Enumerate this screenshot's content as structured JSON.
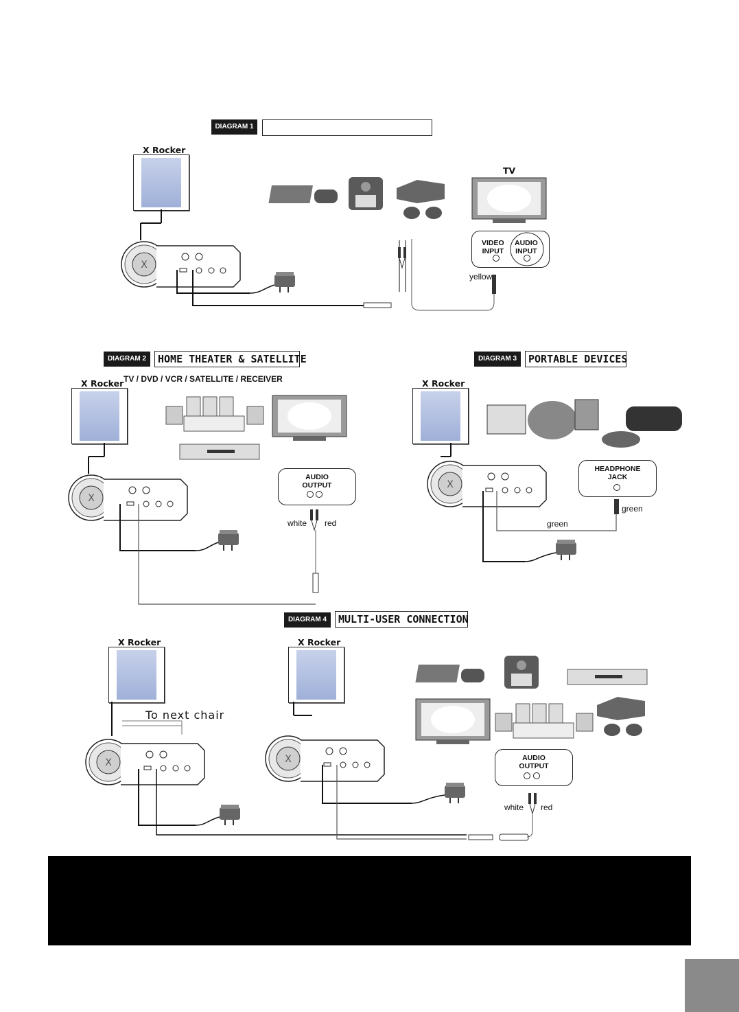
{
  "diagram1": {
    "badge": "DIAGRAM 1",
    "title": "",
    "chair_label": "X Rocker",
    "tv_label": "TV",
    "input_box": {
      "video": "VIDEO\nINPUT",
      "audio": "AUDIO\nINPUT"
    },
    "cable_label": "yellow"
  },
  "diagram2": {
    "badge": "DIAGRAM 2",
    "title": "HOME THEATER & SATELLITE",
    "subtitle": "TV / DVD / VCR / SATELLITE / RECEIVER",
    "chair_label": "X Rocker",
    "output_box": "AUDIO\nOUTPUT",
    "white_label": "white",
    "red_label": "red"
  },
  "diagram3": {
    "badge": "DIAGRAM 3",
    "title": "PORTABLE DEVICES",
    "chair_label": "X Rocker",
    "jack_box": "HEADPHONE\nJACK",
    "green_label_1": "green",
    "green_label_2": "green"
  },
  "diagram4": {
    "badge": "DIAGRAM 4",
    "title": "MULTI-USER CONNECTION",
    "chair_label_1": "X Rocker",
    "chair_label_2": "X Rocker",
    "next_chair": "To next chair",
    "output_box": "AUDIO\nOUTPUT",
    "white_label": "white",
    "red_label": "red"
  },
  "colors": {
    "panel": "#000000",
    "corner": "#8a8a8a",
    "device": "#6b6b6b",
    "cable": "#111111"
  }
}
